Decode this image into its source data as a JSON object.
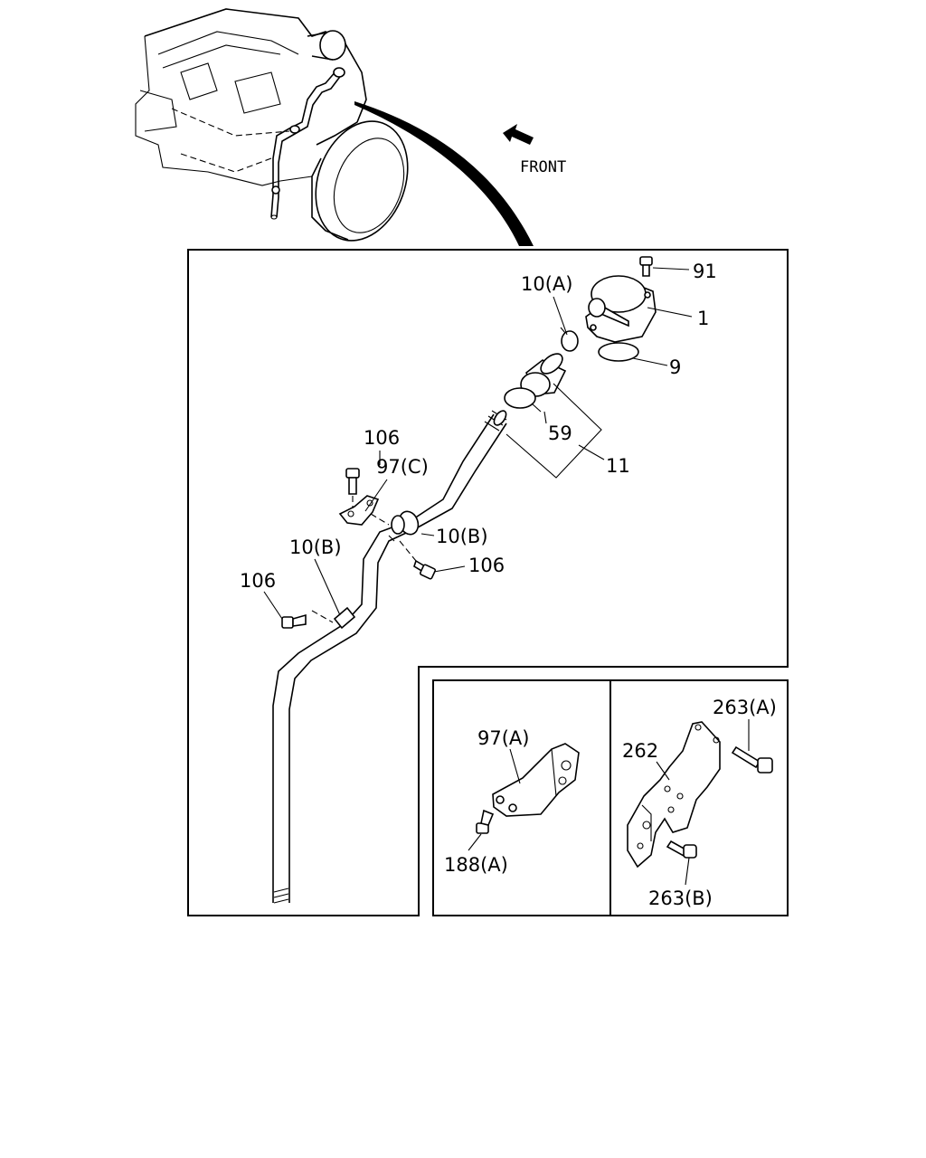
{
  "front_label": "FRONT",
  "callouts": {
    "c91": "91",
    "c1": "1",
    "c10a": "10(A)",
    "c9": "9",
    "c59": "59",
    "c11": "11",
    "c106_top": "106",
    "c97c": "97(C)",
    "c10b_right": "10(B)",
    "c106_mid": "106",
    "c10b_left": "10(B)",
    "c106_left": "106",
    "c97a": "97(A)",
    "c188a": "188(A)",
    "c262": "262",
    "c263a": "263(A)",
    "c263b": "263(B)"
  }
}
